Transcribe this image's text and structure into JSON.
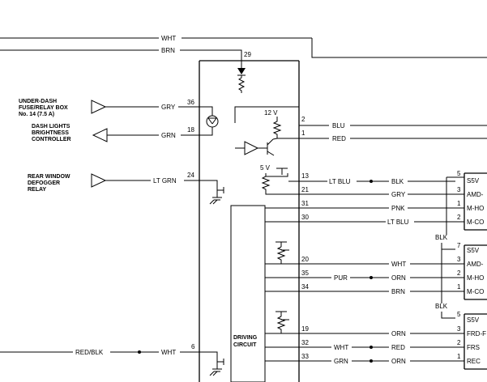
{
  "wires": {
    "top_wht": "WHT",
    "top_brn": "BRN",
    "pin_29": "29",
    "gry_left": "GRY",
    "grn_left": "GRN",
    "ltgrn_left": "LT GRN",
    "red_blk": "RED/BLK",
    "wht_bottom": "WHT",
    "blu_right": "BLU",
    "red_right": "RED",
    "ltblu_mid": "LT BLU",
    "blk_mid": "BLK",
    "gry_mid": "GRY",
    "pnk_mid": "PNK",
    "ltblu_r": "LT BLU",
    "blk_bus1": "BLK",
    "wht_mid": "WHT",
    "pur_mid": "PUR",
    "orn_mid": "ORN",
    "brn_mid": "BRN",
    "blk_bus2": "BLK",
    "orn_low": "ORN",
    "wht_low": "WHT",
    "red_low": "RED",
    "grn_low": "GRN",
    "orn_low2": "ORN"
  },
  "callouts": {
    "fuse_relay": [
      "UNDER-DASH",
      "FUSE/RELAY BOX",
      "No. 14 (7.5 A)"
    ],
    "dash_lights": [
      "DASH LIGHTS",
      "BRIGHTNESS",
      "CONTROLLER"
    ],
    "rear_window": [
      "REAR WINDOW",
      "DEFOGGER",
      "RELAY"
    ]
  },
  "pins": {
    "p36": "36",
    "p18": "18",
    "p24": "24",
    "p6": "6",
    "p2": "2",
    "p1": "1",
    "p13": "13",
    "p21": "21",
    "p31": "31",
    "p30": "30",
    "p20": "20",
    "p35": "35",
    "p34": "34",
    "p19": "19",
    "p32": "32",
    "p33": "33",
    "g1_5": "5",
    "g1_3": "3",
    "g1_1": "1",
    "g1_2": "2",
    "g2_7": "7",
    "g2_3": "3",
    "g2_2": "2",
    "g2_1": "1",
    "g3_5": "5",
    "g3_3": "3",
    "g3_2": "2",
    "g3_1": "1"
  },
  "labels": {
    "v12": "12 V",
    "v5": "5 V",
    "driving": [
      "DRIVING",
      "CIRCUIT"
    ]
  },
  "connectors": {
    "g1": [
      "S5V",
      "AMD-",
      "M-HO",
      "M-CO"
    ],
    "g2": [
      "S5V",
      "AMD-",
      "M-HO",
      "M-CO"
    ],
    "g3": [
      "S5V",
      "FRD-F",
      "FRS",
      "REC"
    ]
  }
}
